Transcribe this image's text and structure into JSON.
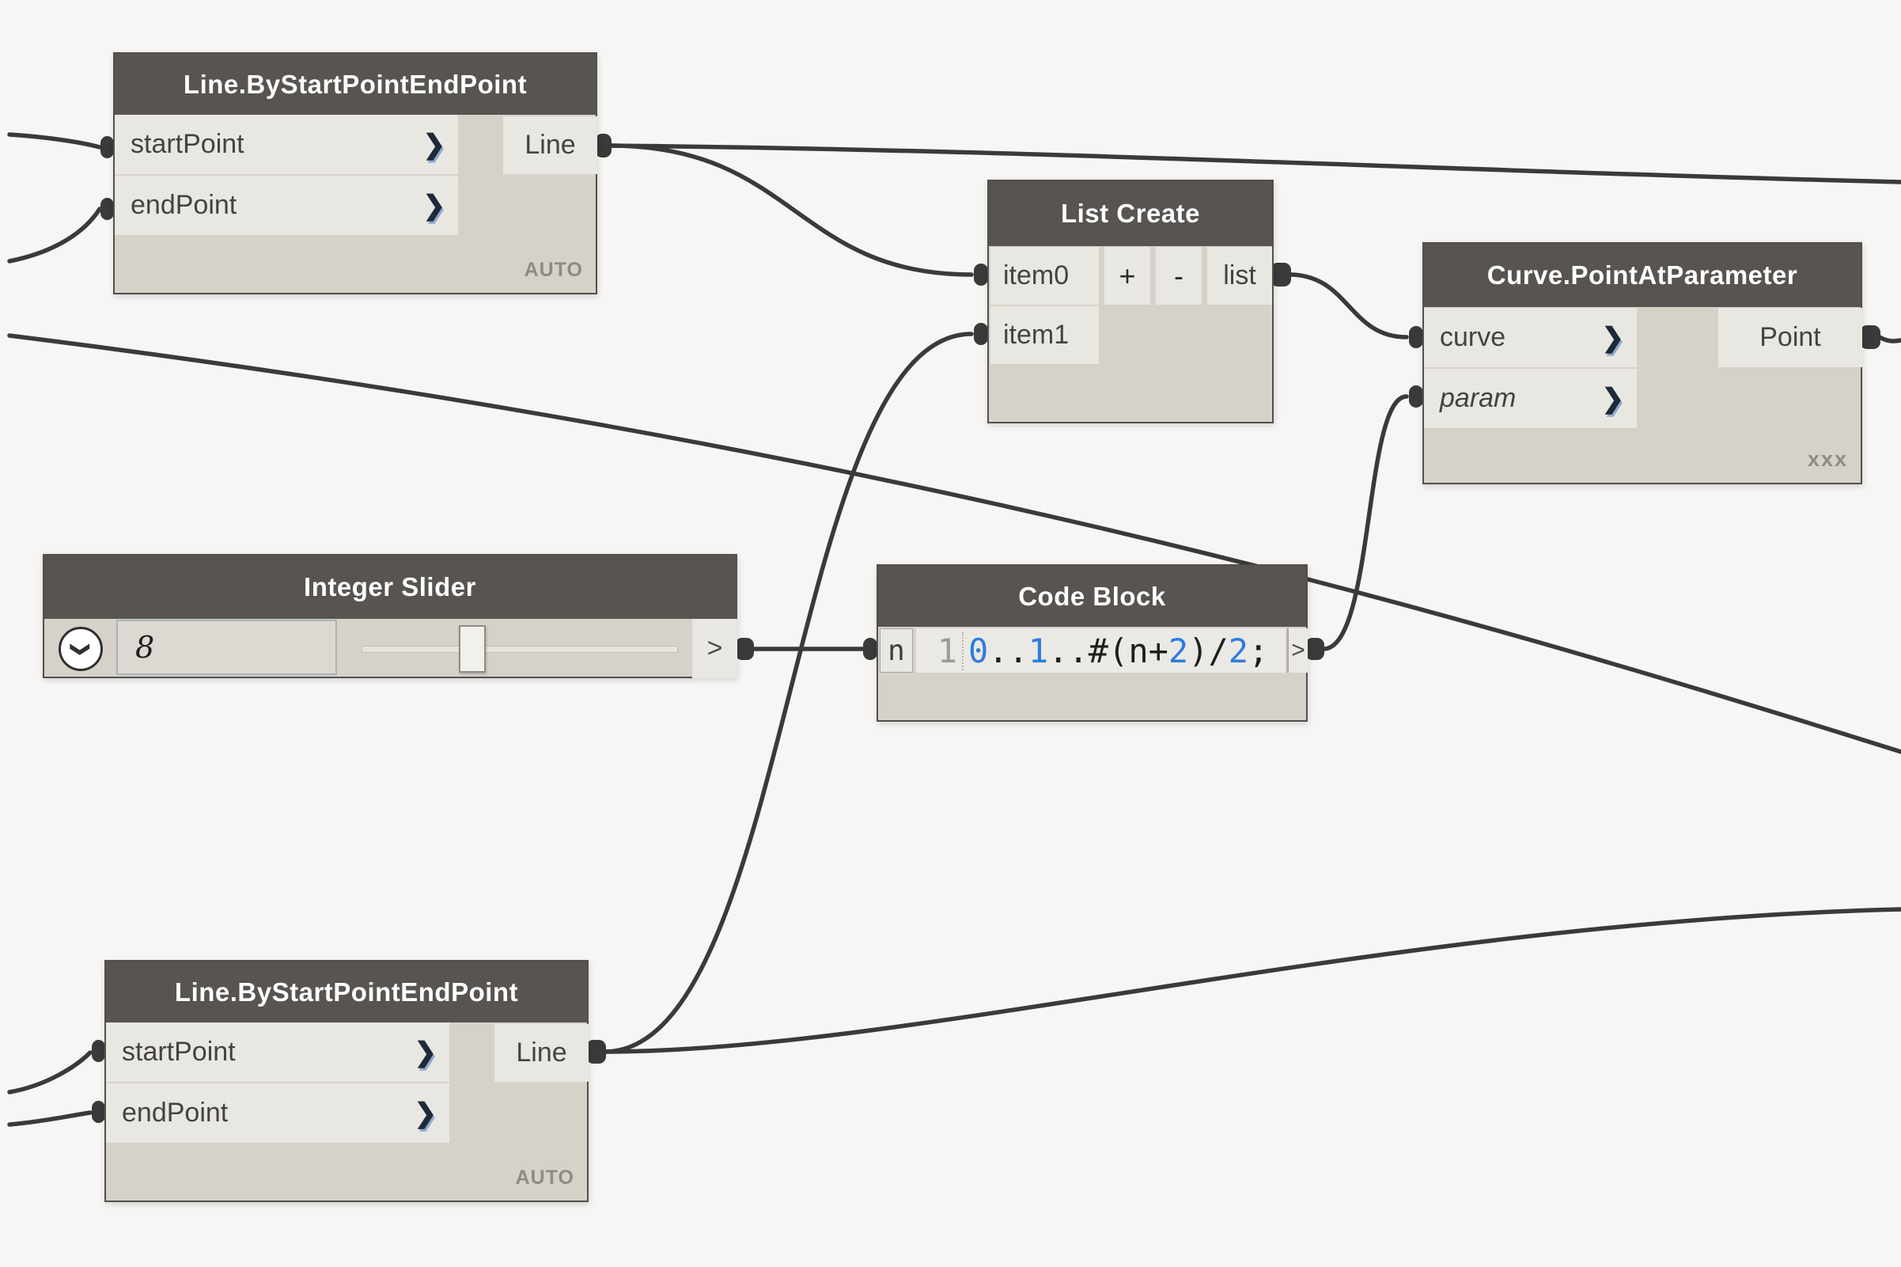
{
  "canvas": {
    "background": "#f7f6f5",
    "wire_color": "#3a3a3a"
  },
  "colors": {
    "node_header": "#575451",
    "node_body": "#d6d2ca",
    "port_row": "#e9e7e1",
    "code_number_blue": "#2e7cdf",
    "lacing_gray": "#8e8b85"
  },
  "icons": {
    "port_default_chevron": "❯",
    "slider_dropdown_chevron": "❯"
  },
  "nodes": {
    "line_top": {
      "title": "Line.ByStartPointEndPoint",
      "inputs": [
        {
          "label": "startPoint"
        },
        {
          "label": "endPoint"
        }
      ],
      "output": {
        "label": "Line"
      },
      "lacing": "AUTO"
    },
    "list_create": {
      "title": "List Create",
      "inputs": [
        {
          "label": "item0"
        },
        {
          "label": "item1"
        }
      ],
      "add_item_label": "+",
      "remove_item_label": "-",
      "output": {
        "label": "list"
      }
    },
    "curve_point_at_parameter": {
      "title": "Curve.PointAtParameter",
      "inputs": [
        {
          "label": "curve",
          "italic": false
        },
        {
          "label": "param",
          "italic": true
        }
      ],
      "output": {
        "label": "Point"
      },
      "lacing": "xxx"
    },
    "integer_slider": {
      "title": "Integer Slider",
      "value": "8",
      "output_label": ">"
    },
    "code_block": {
      "title": "Code Block",
      "input_label": "n",
      "line_number": "1",
      "code_text": "0..1..#(n+2)/2;",
      "code_segments": [
        {
          "text": "0",
          "type": "number"
        },
        {
          "text": "..",
          "type": "plain"
        },
        {
          "text": "1",
          "type": "number"
        },
        {
          "text": "..#(n+",
          "type": "plain"
        },
        {
          "text": "2",
          "type": "number"
        },
        {
          "text": ")/",
          "type": "plain"
        },
        {
          "text": "2",
          "type": "number"
        },
        {
          "text": ";",
          "type": "plain"
        }
      ],
      "output_label": ">"
    },
    "line_bottom": {
      "title": "Line.ByStartPointEndPoint",
      "inputs": [
        {
          "label": "startPoint"
        },
        {
          "label": "endPoint"
        }
      ],
      "output": {
        "label": "Line"
      },
      "lacing": "AUTO"
    }
  },
  "connections": [
    {
      "from": "offscreen-left",
      "to": "line_top.startPoint"
    },
    {
      "from": "offscreen-left",
      "to": "line_top.endPoint"
    },
    {
      "from": "line_top.Line",
      "to": "list_create.item0"
    },
    {
      "from": "line_top.Line",
      "to": "offscreen-right"
    },
    {
      "from": "offscreen-left",
      "to": "offscreen-right-lower"
    },
    {
      "from": "list_create.list",
      "to": "curve_point_at_parameter.curve"
    },
    {
      "from": "code_block.output",
      "to": "curve_point_at_parameter.param"
    },
    {
      "from": "integer_slider.output",
      "to": "code_block.n"
    },
    {
      "from": "curve_point_at_parameter.Point",
      "to": "offscreen-right"
    },
    {
      "from": "line_bottom.Line",
      "to": "list_create.item1"
    },
    {
      "from": "line_bottom.Line",
      "to": "offscreen-right"
    },
    {
      "from": "offscreen-left",
      "to": "line_bottom.startPoint"
    },
    {
      "from": "offscreen-left",
      "to": "line_bottom.endPoint"
    }
  ]
}
